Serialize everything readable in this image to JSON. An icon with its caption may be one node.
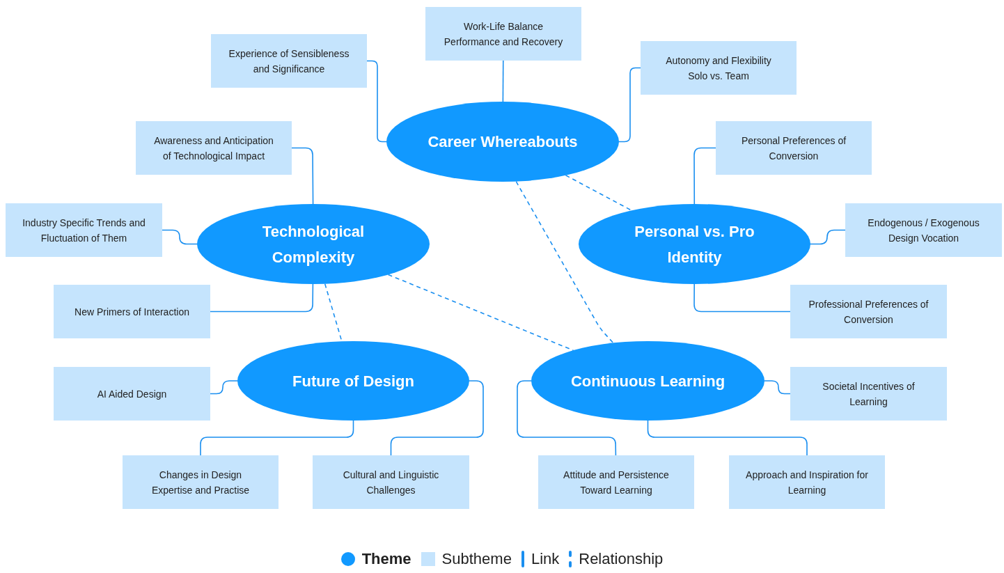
{
  "diagram": {
    "nodes": [
      {
        "text": [
          "Career Whereabouts"
        ]
      },
      {
        "text": [
          "Technological Complexity"
        ]
      },
      {
        "text": [
          "Personal vs. Pro Identity"
        ]
      },
      {
        "text": [
          "Future of Design"
        ]
      },
      {
        "text": [
          "Continuous Learning"
        ]
      },
      {
        "text": [
          "Experience of Sensibleness and Significance"
        ]
      },
      {
        "text": [
          "Work-Life Balance Performance and Recovery"
        ]
      },
      {
        "text": [
          "Autonomy and Flexibility Solo vs. Team"
        ]
      },
      {
        "text": [
          "Awareness and Anticipation of Technological Impact"
        ]
      },
      {
        "text": [
          "Personal Preferences of Conversion"
        ]
      },
      {
        "text": [
          "Industry Specific Trends and Fluctuation of Them"
        ]
      },
      {
        "text": [
          "Endogenous / Exogenous Design Vocation"
        ]
      },
      {
        "text": [
          "New Primers of Interaction"
        ]
      },
      {
        "text": [
          "Professional Preferences of Conversion"
        ]
      },
      {
        "text": [
          "AI Aided Design"
        ]
      },
      {
        "text": [
          "Societal Incentives of Learning"
        ]
      },
      {
        "text": [
          "Changes in Design Expertise and Practise"
        ]
      },
      {
        "text": [
          "Cultural and Linguistic Challenges"
        ]
      },
      {
        "text": [
          "Attitude and Persistence Toward Learning"
        ]
      },
      {
        "text": [
          "Approach and Inspiration for Learning"
        ]
      }
    ],
    "edges": [
      {
        "from": 0,
        "to": 5,
        "arrow": "none"
      },
      {
        "from": 0,
        "to": 6,
        "arrow": "none"
      },
      {
        "from": 0,
        "to": 7,
        "arrow": "none"
      },
      {
        "from": 1,
        "to": 8,
        "arrow": "none"
      },
      {
        "from": 1,
        "to": 10,
        "arrow": "none"
      },
      {
        "from": 1,
        "to": 12,
        "arrow": "none"
      },
      {
        "from": 2,
        "to": 9,
        "arrow": "none"
      },
      {
        "from": 2,
        "to": 11,
        "arrow": "none"
      },
      {
        "from": 2,
        "to": 13,
        "arrow": "none"
      },
      {
        "from": 3,
        "to": 14,
        "arrow": "none"
      },
      {
        "from": 3,
        "to": 16,
        "arrow": "none"
      },
      {
        "from": 3,
        "to": 17,
        "arrow": "none"
      },
      {
        "from": 4,
        "to": 15,
        "arrow": "none"
      },
      {
        "from": 4,
        "to": 18,
        "arrow": "none"
      },
      {
        "from": 4,
        "to": 19,
        "arrow": "none"
      },
      {
        "from": 0,
        "to": 2,
        "arrow": "none",
        "style": "dashed"
      },
      {
        "from": 0,
        "to": 4,
        "arrow": "none",
        "style": "dashed"
      },
      {
        "from": 1,
        "to": 4,
        "arrow": "none",
        "style": "dashed"
      },
      {
        "from": 1,
        "to": 3,
        "arrow": "none",
        "style": "dashed"
      }
    ],
    "legend": [
      {
        "text": "Theme",
        "color": "#1199ff"
      },
      {
        "text": "Subtheme",
        "color": "#c5e4fd"
      },
      {
        "text": "Link"
      },
      {
        "text": "Relationship"
      }
    ]
  }
}
